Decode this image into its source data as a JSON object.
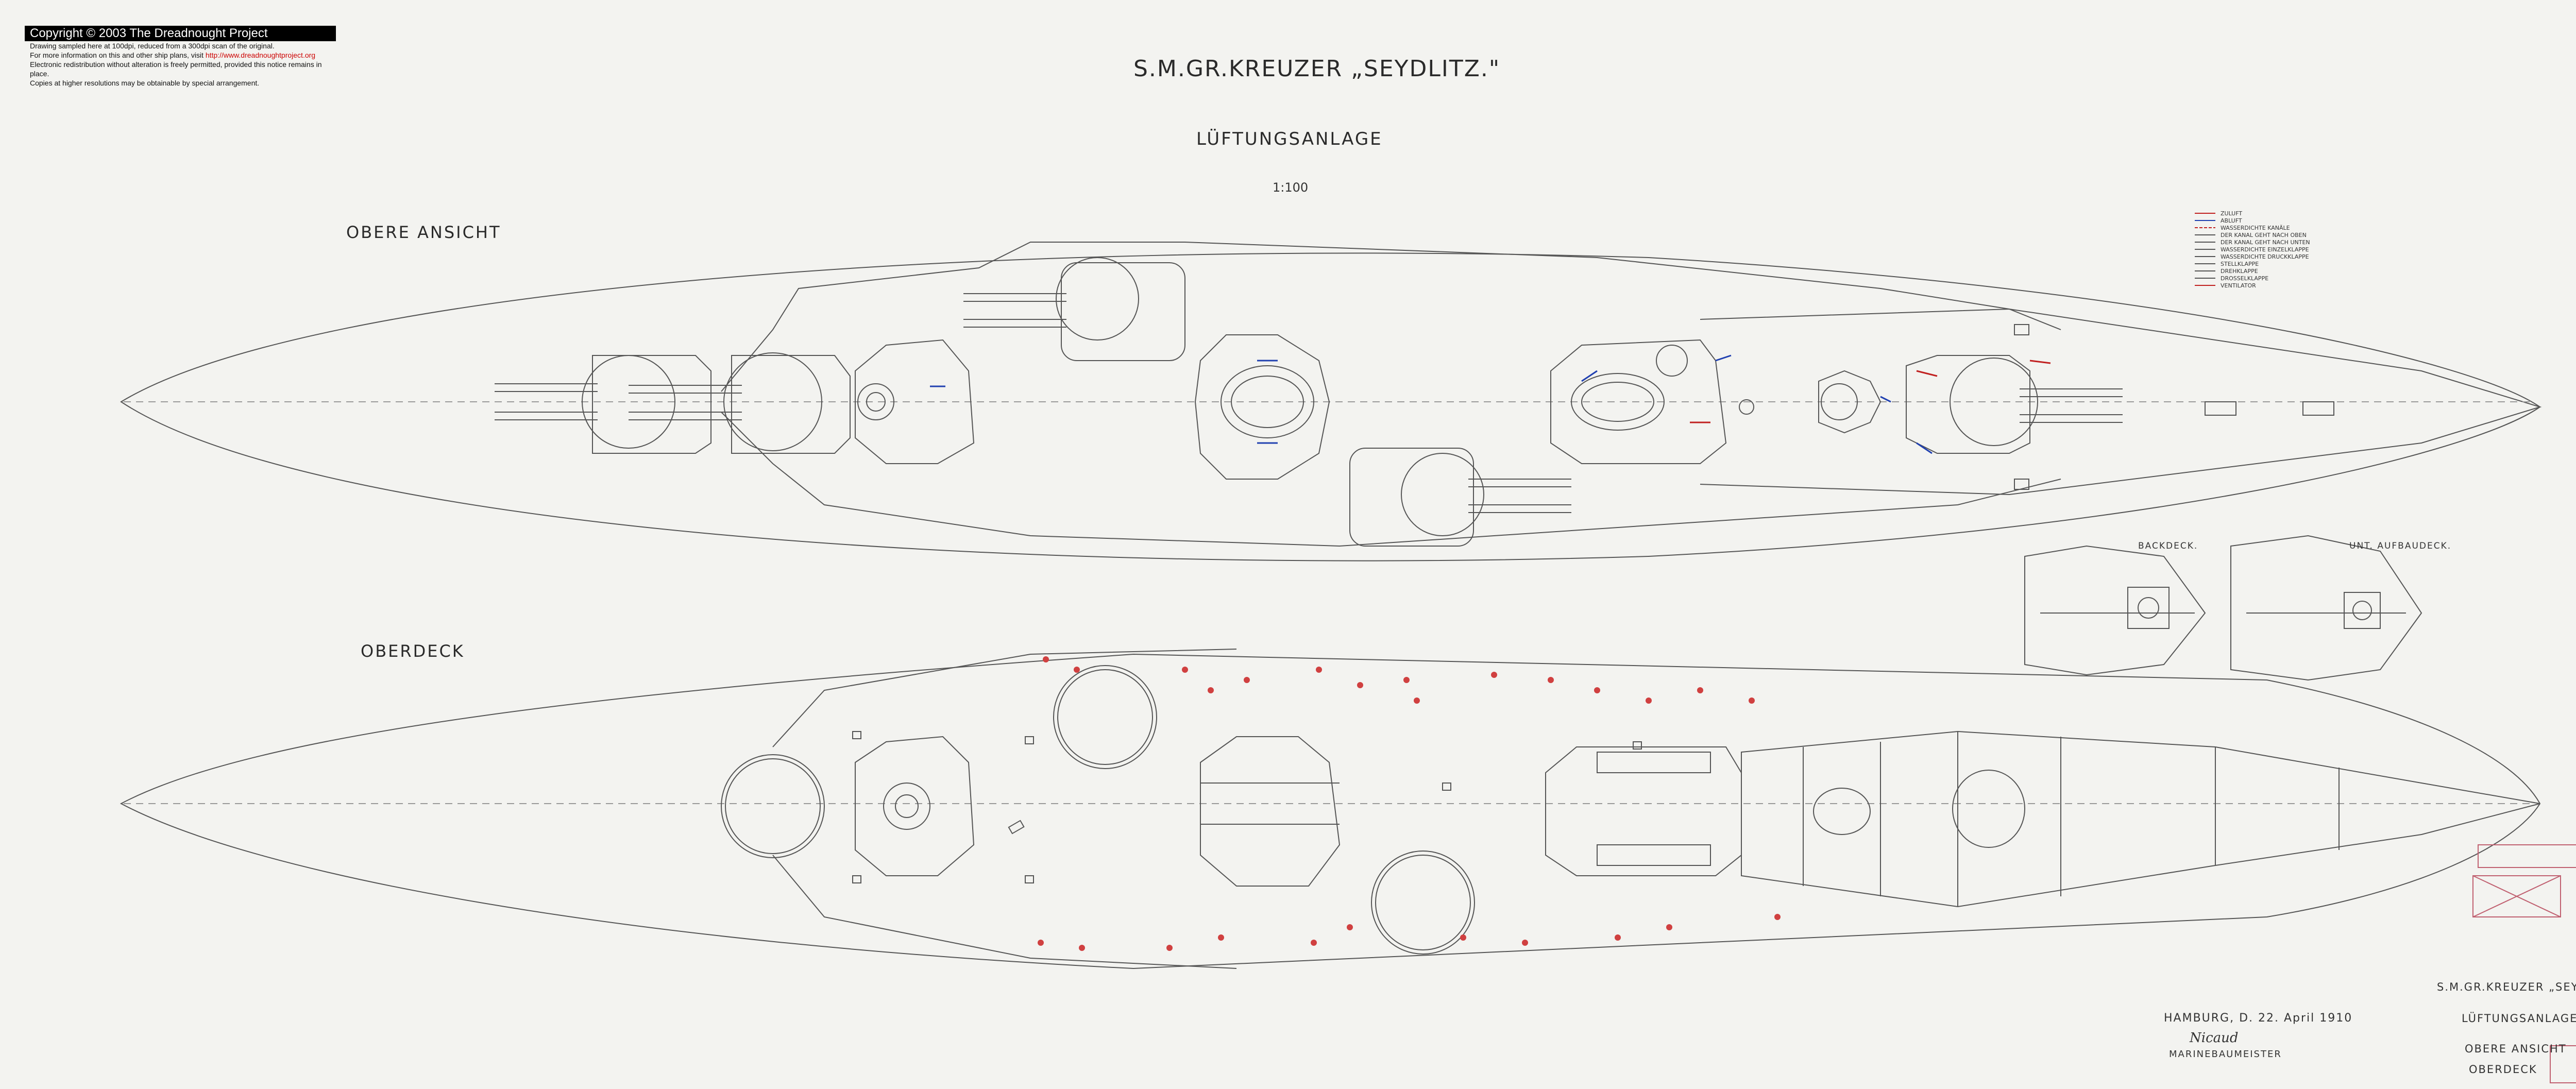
{
  "copyright": {
    "title": "Copyright © 2003 The Dreadnought Project",
    "lines": [
      "Drawing sampled here at 100dpi, reduced from a 300dpi scan of the original.",
      "For more information on this and other ship plans, visit",
      "http://www.dreadnoughtproject.org",
      "Electronic redistribution without alteration is freely permitted, provided this notice remains in place.",
      "Copies at higher resolutions may be obtainable by special arrangement."
    ]
  },
  "header": {
    "title": "S.M.GR.KREUZER „SEYDLITZ.\"",
    "subtitle": "LÜFTUNGSANLAGE",
    "scale": "1:100"
  },
  "views": {
    "upper": "OBERE ANSICHT",
    "deck": "OBERDECK"
  },
  "insets": {
    "backdeck": "BACKDECK.",
    "aufbaudeck": "UNT. AUFBAUDECK."
  },
  "legend": [
    "ZULUFT",
    "ABLUFT",
    "WASSERDICHTE KANÄLE",
    "DER KANAL GEHT NACH OBEN",
    "DER KANAL GEHT NACH UNTEN",
    "WASSERDICHTE EINZELKLAPPE",
    "WASSERDICHTE DRUCKKLAPPE",
    "STELLKLAPPE",
    "DREHKLAPPE",
    "DROSSELKLAPPE",
    "VENTILATOR"
  ],
  "footer": {
    "place_date": "HAMBURG, D. 22. April 1910",
    "signature": "Nicaud",
    "role": "MARINEBAUMEISTER",
    "block_title": "S.M.GR.KREUZER „SEYDLITZ\"",
    "block_subtitle": "LÜFTUNGSANLAGE",
    "block_view1": "OBERE ANSICHT",
    "block_view2": "OBERDECK"
  }
}
